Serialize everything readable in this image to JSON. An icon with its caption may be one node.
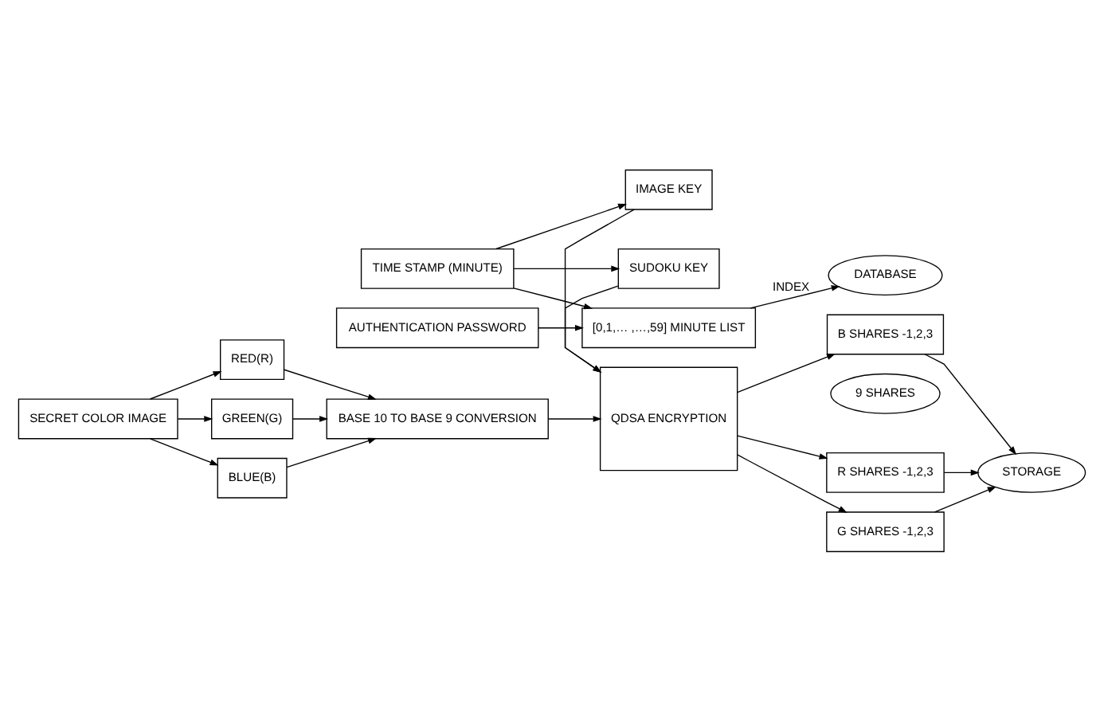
{
  "diagram": {
    "nodes": [
      {
        "text": [
          "SECRET COLOR IMAGE"
        ]
      },
      {
        "text": [
          "RED(R)"
        ]
      },
      {
        "text": [
          "GREEN(G)"
        ]
      },
      {
        "text": [
          "BLUE(B)"
        ]
      },
      {
        "text": [
          "BASE 10 TO BASE 9 CONVERSION"
        ]
      },
      {
        "text": [
          "QDSA ENCRYPTION"
        ]
      },
      {
        "text": [
          "9 SHARES"
        ]
      },
      {
        "text": [
          "R SHARES -1,2,3"
        ]
      },
      {
        "text": [
          "G SHARES -1,2,3"
        ]
      },
      {
        "text": [
          "B SHARES -1,2,3"
        ]
      },
      {
        "text": [
          "STORAGE"
        ]
      },
      {
        "text": [
          "IMAGE KEY"
        ]
      },
      {
        "text": [
          "SUDOKU KEY"
        ]
      },
      {
        "text": [
          "TIME STAMP (MINUTE)"
        ]
      },
      {
        "text": [
          "[0,1,… ,…,59] MINUTE LIST"
        ]
      },
      {
        "text": [
          "DATABASE"
        ]
      },
      {
        "text": [
          "AUTHENTICATION PASSWORD"
        ]
      }
    ],
    "edges": [
      {
        "from": 0,
        "to": 1,
        "arrow": "to"
      },
      {
        "from": 0,
        "to": 2,
        "arrow": "to"
      },
      {
        "from": 0,
        "to": 3,
        "arrow": "to"
      },
      {
        "from": 1,
        "to": 4,
        "arrow": "to"
      },
      {
        "from": 2,
        "to": 4,
        "arrow": "to"
      },
      {
        "from": 3,
        "to": 4,
        "arrow": "to"
      },
      {
        "from": 4,
        "to": 5,
        "arrow": "to"
      },
      {
        "from": 5,
        "to": 7,
        "arrow": "to"
      },
      {
        "from": 5,
        "to": 8,
        "arrow": "to"
      },
      {
        "from": 5,
        "to": 9,
        "arrow": "to"
      },
      {
        "from": 7,
        "to": 10,
        "arrow": "to"
      },
      {
        "from": 8,
        "to": 10,
        "arrow": "to"
      },
      {
        "from": 9,
        "to": 10,
        "arrow": "to"
      },
      {
        "from": 11,
        "to": 5,
        "arrow": "to"
      },
      {
        "from": 12,
        "to": 5,
        "arrow": "to"
      },
      {
        "from": 13,
        "to": 11,
        "arrow": "to"
      },
      {
        "from": 13,
        "to": 12,
        "arrow": "to"
      },
      {
        "from": 13,
        "to": 14,
        "arrow": "to"
      },
      {
        "from": 14,
        "to": 15,
        "label": "INDEX",
        "arrow": "to"
      },
      {
        "from": 16,
        "to": 14,
        "arrow": "to"
      }
    ]
  }
}
